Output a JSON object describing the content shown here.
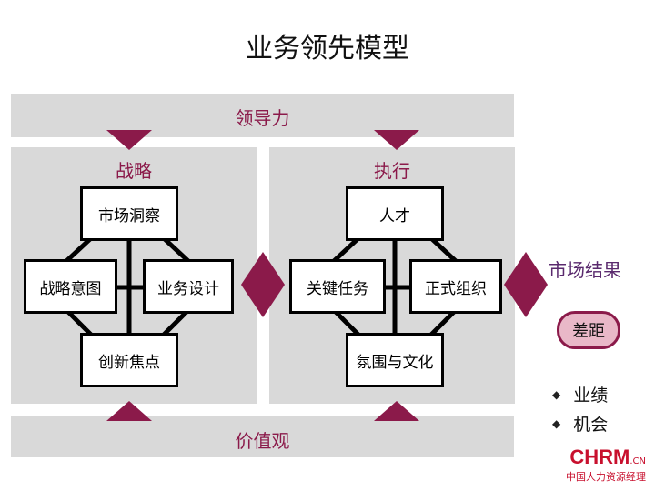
{
  "title": "业务领先模型",
  "top_band": "领导力",
  "bottom_band": "价值观",
  "strategy": {
    "title": "战略",
    "boxes": {
      "top": "市场洞察",
      "left": "战略意图",
      "right": "业务设计",
      "bottom": "创新焦点"
    }
  },
  "execution": {
    "title": "执行",
    "boxes": {
      "top": "人才",
      "left": "关键任务",
      "right": "正式组织",
      "bottom": "氛围与文化"
    }
  },
  "results": {
    "title": "市场结果",
    "gap": "差距",
    "bullets": [
      "业绩",
      "机会"
    ]
  },
  "logo": {
    "main": "CHRM",
    "suffix": ".CN",
    "sub": "中国人力资源经理"
  },
  "colors": {
    "accent": "#8b1a4a",
    "panel": "#d9d9d9",
    "result_text": "#5a2a6e"
  }
}
